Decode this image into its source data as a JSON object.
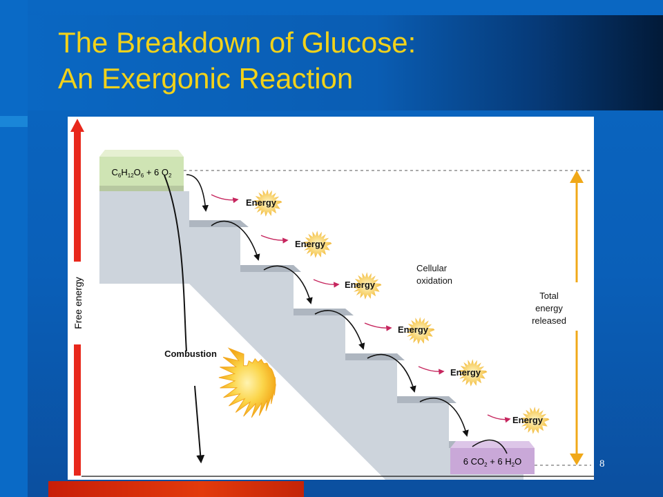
{
  "slide": {
    "title_line1": "The Breakdown of Glucose:",
    "title_line2": "An Exergonic Reaction",
    "page_number": "8"
  },
  "diagram": {
    "axis_label": "Free energy",
    "reactants": "C6H12O6 + 6 O2",
    "products": "6 CO2 + 6 H2O",
    "combustion_label": "Combustion",
    "cellular_oxidation_line1": "Cellular",
    "cellular_oxidation_line2": "oxidation",
    "total_energy_line1": "Total",
    "total_energy_line2": "energy",
    "total_energy_line3": "released",
    "energy_labels": [
      "Energy",
      "Energy",
      "Energy",
      "Energy",
      "Energy",
      "Energy"
    ]
  },
  "colors": {
    "title": "#f2d21a",
    "free_energy_arrow": "#e8281c",
    "total_energy_arrow": "#f0a818",
    "reactant_block": "#cfe4b4",
    "product_block": "#c9a8d8",
    "stairs": "#cfd6de",
    "energy_burst": "#f6c24a"
  }
}
